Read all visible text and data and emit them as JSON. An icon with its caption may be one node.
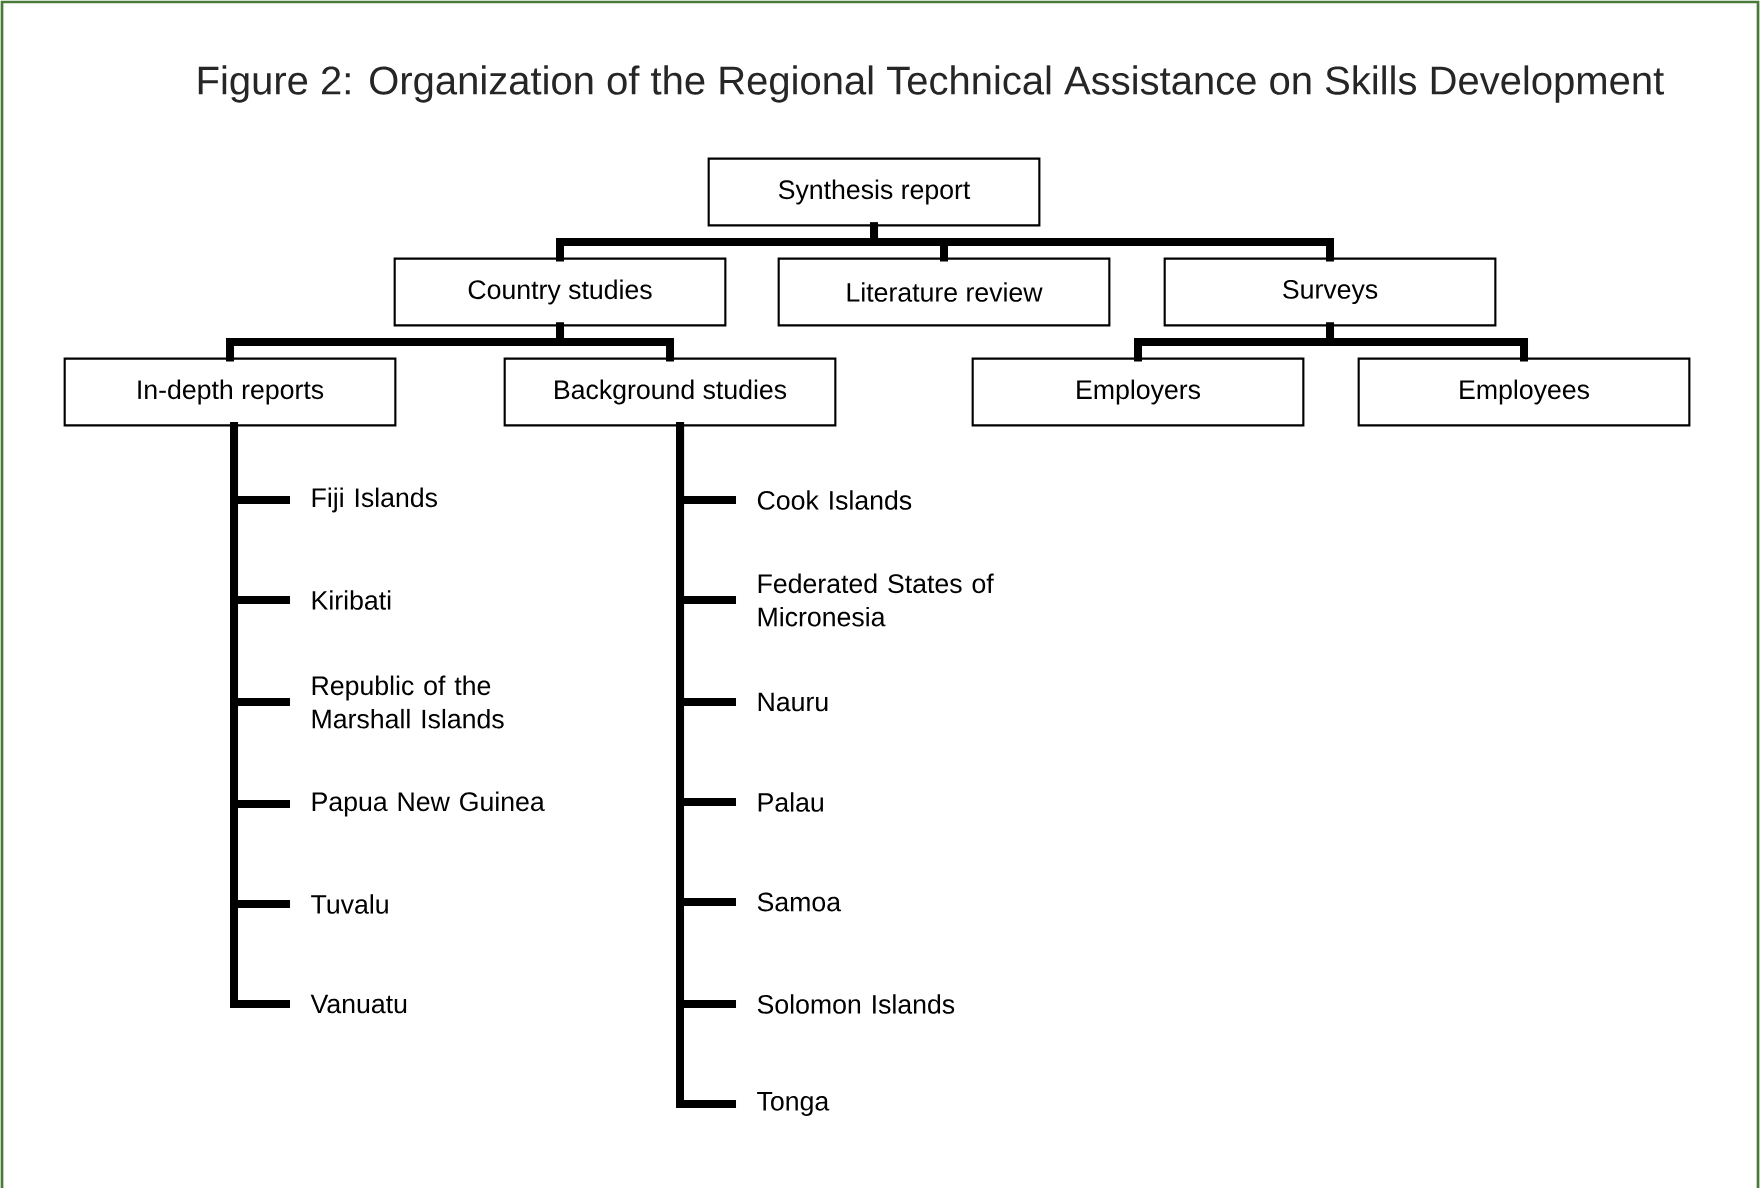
{
  "diagram": {
    "title": "Figure 2: Organization of the Regional Technical Assistance on Skills Development",
    "nodes": [
      {
        "text": [
          "Synthesis report"
        ]
      },
      {
        "text": [
          "Country studies"
        ]
      },
      {
        "text": [
          "Literature review"
        ]
      },
      {
        "text": [
          "Surveys"
        ]
      },
      {
        "text": [
          "In-depth reports"
        ]
      },
      {
        "text": [
          "Background studies"
        ]
      },
      {
        "text": [
          "Employers"
        ]
      },
      {
        "text": [
          "Employees"
        ]
      },
      {
        "text": [
          "Fiji Islands"
        ]
      },
      {
        "text": [
          "Kiribati"
        ]
      },
      {
        "text": [
          "Republic of the Marshall Islands"
        ]
      },
      {
        "text": [
          "Papua New Guinea"
        ]
      },
      {
        "text": [
          "Tuvalu"
        ]
      },
      {
        "text": [
          "Vanuatu"
        ]
      },
      {
        "text": [
          "Cook Islands"
        ]
      },
      {
        "text": [
          "Federated States of Micronesia"
        ]
      },
      {
        "text": [
          "Nauru"
        ]
      },
      {
        "text": [
          "Palau"
        ]
      },
      {
        "text": [
          "Samoa"
        ]
      },
      {
        "text": [
          "Solomon Islands"
        ]
      },
      {
        "text": [
          "Tonga"
        ]
      }
    ],
    "edges": [
      {
        "from": 0,
        "to": 1,
        "arrow": "none"
      },
      {
        "from": 0,
        "to": 2,
        "arrow": "none"
      },
      {
        "from": 0,
        "to": 3,
        "arrow": "none"
      },
      {
        "from": 1,
        "to": 4,
        "arrow": "none"
      },
      {
        "from": 1,
        "to": 5,
        "arrow": "none"
      },
      {
        "from": 3,
        "to": 6,
        "arrow": "none"
      },
      {
        "from": 3,
        "to": 7,
        "arrow": "none"
      },
      {
        "from": 4,
        "to": 8,
        "arrow": "none"
      },
      {
        "from": 4,
        "to": 9,
        "arrow": "none"
      },
      {
        "from": 4,
        "to": 10,
        "arrow": "none"
      },
      {
        "from": 4,
        "to": 11,
        "arrow": "none"
      },
      {
        "from": 4,
        "to": 12,
        "arrow": "none"
      },
      {
        "from": 4,
        "to": 13,
        "arrow": "none"
      },
      {
        "from": 5,
        "to": 14,
        "arrow": "none"
      },
      {
        "from": 5,
        "to": 15,
        "arrow": "none"
      },
      {
        "from": 5,
        "to": 16,
        "arrow": "none"
      },
      {
        "from": 5,
        "to": 17,
        "arrow": "none"
      },
      {
        "from": 5,
        "to": 18,
        "arrow": "none"
      },
      {
        "from": 5,
        "to": 19,
        "arrow": "none"
      },
      {
        "from": 5,
        "to": 20,
        "arrow": "none"
      }
    ]
  }
}
